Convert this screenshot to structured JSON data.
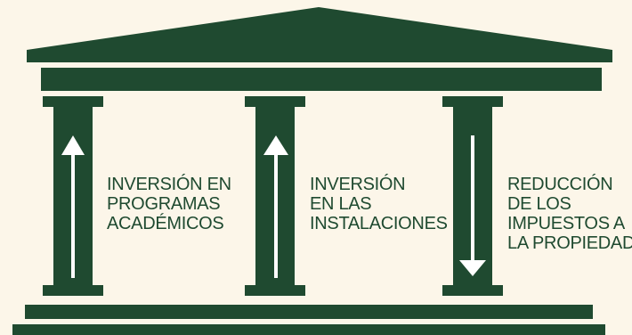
{
  "colors": {
    "background": "#fcf6e9",
    "structure": "#1f4a30",
    "arrow": "#ffffff",
    "text": "#1f4a30"
  },
  "pillars": [
    {
      "lines": [
        "INVERSIÓN EN",
        "PROGRAMAS",
        "ACADÉMICOS"
      ],
      "arrow": "up"
    },
    {
      "lines": [
        "INVERSIÓN",
        "EN LAS",
        "INSTALACIONES"
      ],
      "arrow": "up"
    },
    {
      "lines": [
        "REDUCCIÓN",
        "DE LOS",
        "IMPUESTOS A",
        "LA PROPIEDAD"
      ],
      "arrow": "down"
    }
  ]
}
